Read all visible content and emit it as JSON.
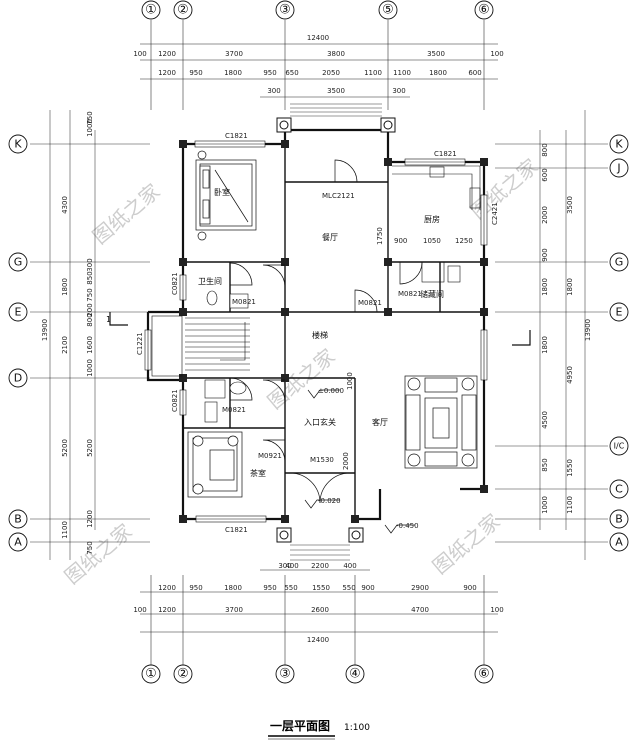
{
  "title": "一层平面图",
  "scale": "1:100",
  "watermark": "图纸之家",
  "axes_top": [
    "①",
    "②",
    "③",
    "⑤",
    "⑥"
  ],
  "axes_bottom": [
    "①",
    "②",
    "③",
    "④",
    "⑥"
  ],
  "axes_left": [
    "K",
    "G",
    "E",
    "D",
    "B",
    "A"
  ],
  "axes_right": [
    "K",
    "J",
    "G",
    "E",
    "I/C",
    "C",
    "B",
    "A"
  ],
  "dims_top": {
    "total": "12400",
    "row1": [
      "100",
      "1200",
      "3700",
      "3800",
      "3500",
      "100"
    ],
    "row2": [
      "1200",
      "950",
      "1800",
      "950",
      "650",
      "2050",
      "1100",
      "1100",
      "1800",
      "600"
    ],
    "row3": [
      "300",
      "3500",
      "300"
    ]
  },
  "dims_bottom": {
    "total": "12400",
    "row1": [
      "100",
      "1200",
      "3700",
      "2600",
      "4700",
      "100"
    ],
    "row2": [
      "1200",
      "950",
      "1800",
      "950",
      "550",
      "1550",
      "550",
      "900",
      "2900",
      "900"
    ],
    "row3": [
      "300",
      "400",
      "2200",
      "400"
    ]
  },
  "dims_left": {
    "total": "13900",
    "row1": [
      "4300",
      "1800",
      "2100",
      "5200",
      "1100"
    ],
    "row2": [
      "1000",
      "750",
      "300",
      "1600",
      "750",
      "850",
      "800",
      "1000",
      "200",
      "5200",
      "1200",
      "750"
    ]
  },
  "dims_right": {
    "total": "13900",
    "row1": [
      "3500",
      "1800",
      "1800",
      "4950",
      "4500",
      "1550",
      "1100"
    ],
    "row2": [
      "800",
      "600",
      "2000",
      "900",
      "1800",
      "850",
      "1000"
    ]
  },
  "rooms": [
    "卧室",
    "餐厅",
    "厨房",
    "储藏间",
    "楼梯",
    "客厅",
    "入口玄关",
    "茶室",
    "卫生间"
  ],
  "labels": {
    "c1821_top": "C1821",
    "c1821_bed": "C1821",
    "c1821_bottom": "C1821",
    "mlc2121": "MLC2121",
    "c2421": "C2421",
    "c0821_a": "C0821",
    "c0821_b": "C0821",
    "c1221": "C1221",
    "m0821_a": "M0821",
    "m0821_b": "M0821",
    "m0821_c": "M0821",
    "m0821_d": "M0821",
    "m0921": "M0921",
    "m1530": "M1530",
    "elev_0": "±0.000",
    "elev_1": "-0.020",
    "elev_2": "-0.450",
    "sec_left": "1",
    "dim_900": "900",
    "dim_1750": "1750",
    "dim_1050": "1050",
    "dim_1250": "1250",
    "dim_1000": "1000",
    "dim_2000": "2000"
  }
}
